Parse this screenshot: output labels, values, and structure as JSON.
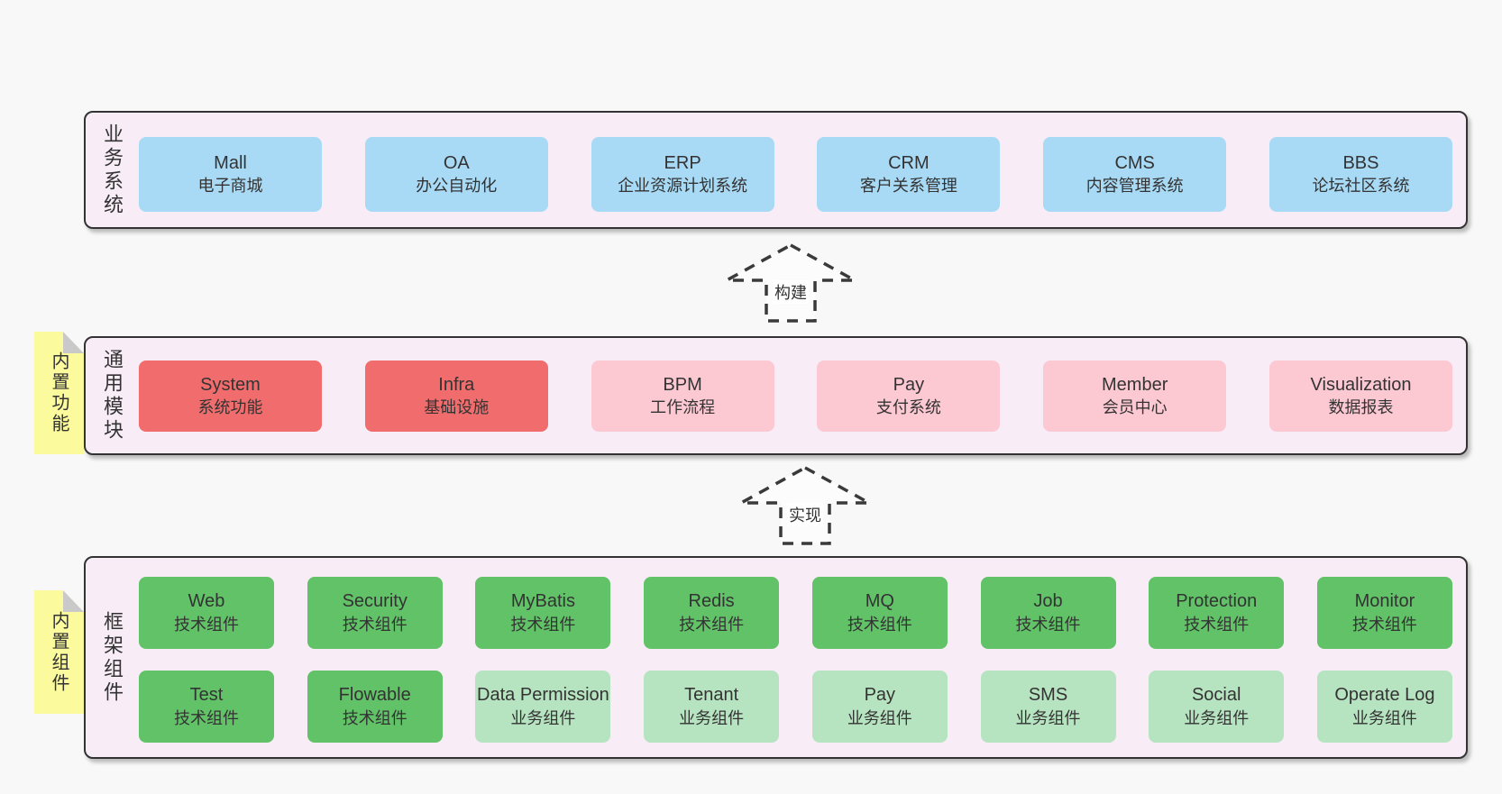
{
  "diagram": {
    "layers": [
      {
        "label": "业务系统",
        "boxes": [
          {
            "name": "Mall",
            "desc": "电子商城"
          },
          {
            "name": "OA",
            "desc": "办公自动化"
          },
          {
            "name": "ERP",
            "desc": "企业资源计划系统"
          },
          {
            "name": "CRM",
            "desc": "客户关系管理"
          },
          {
            "name": "CMS",
            "desc": "内容管理系统"
          },
          {
            "name": "BBS",
            "desc": "论坛社区系统"
          }
        ]
      },
      {
        "label": "通用模块",
        "sticky_note": "内置功能",
        "boxes": [
          {
            "name": "System",
            "desc": "系统功能"
          },
          {
            "name": "Infra",
            "desc": "基础设施"
          },
          {
            "name": "BPM",
            "desc": "工作流程"
          },
          {
            "name": "Pay",
            "desc": "支付系统"
          },
          {
            "name": "Member",
            "desc": "会员中心"
          },
          {
            "name": "Visualization",
            "desc": "数据报表"
          }
        ]
      },
      {
        "label": "框架组件",
        "sticky_note": "内置组件",
        "rows": [
          [
            {
              "name": "Web",
              "desc": "技术组件"
            },
            {
              "name": "Security",
              "desc": "技术组件"
            },
            {
              "name": "MyBatis",
              "desc": "技术组件"
            },
            {
              "name": "Redis",
              "desc": "技术组件"
            },
            {
              "name": "MQ",
              "desc": "技术组件"
            },
            {
              "name": "Job",
              "desc": "技术组件"
            },
            {
              "name": "Protection",
              "desc": "技术组件"
            },
            {
              "name": "Monitor",
              "desc": "技术组件"
            }
          ],
          [
            {
              "name": "Test",
              "desc": "技术组件"
            },
            {
              "name": "Flowable",
              "desc": "技术组件"
            },
            {
              "name": "Data Permission",
              "desc": "业务组件"
            },
            {
              "name": "Tenant",
              "desc": "业务组件"
            },
            {
              "name": "Pay",
              "desc": "业务组件"
            },
            {
              "name": "SMS",
              "desc": "业务组件"
            },
            {
              "name": "Social",
              "desc": "业务组件"
            },
            {
              "name": "Operate Log",
              "desc": "业务组件"
            }
          ]
        ]
      }
    ],
    "arrows": [
      {
        "label": "构建"
      },
      {
        "label": "实现"
      }
    ],
    "colors": {
      "page_bg": "#f8f8f8",
      "layer_bg": "#f8edf7",
      "layer_border": "#333333",
      "box_blue": "#a9daf5",
      "box_red": "#f16d6d",
      "box_pink": "#fcc8d2",
      "box_green": "#61c267",
      "box_green_light": "#b7e4c0",
      "sticky_yellow": "#fbfa9d",
      "fold_gray": "#c9c9c9",
      "text": "#333333"
    }
  }
}
